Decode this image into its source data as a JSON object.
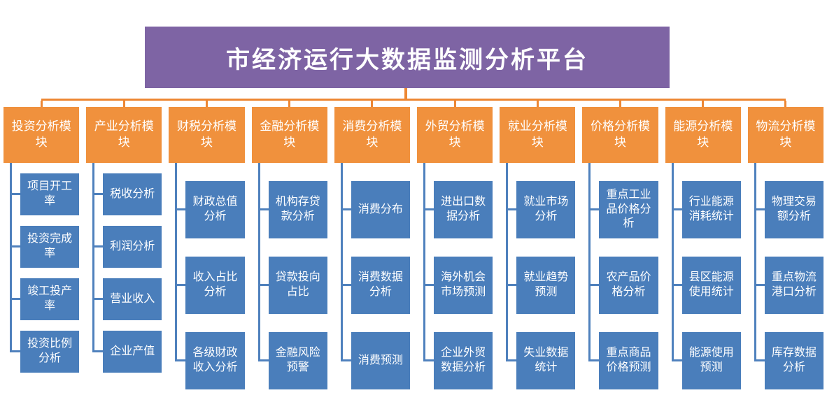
{
  "title": "市经济运行大数据监测分析平台",
  "colors": {
    "title_bg": "#7E64A4",
    "module_bg": "#F0913D",
    "sub_bg": "#4A7EBB",
    "orange_connector": "#ED8733",
    "blue_connector": "#4F81BD"
  },
  "columns": [
    {
      "title": "投资分析模块",
      "items": [
        "项目开工率",
        "投资完成率",
        "竣工投产率",
        "投资比例分析"
      ]
    },
    {
      "title": "产业分析模块",
      "items": [
        "税收分析",
        "利润分析",
        "营业收入",
        "企业产值"
      ]
    },
    {
      "title": "财税分析模块",
      "items": [
        "财政总值分析",
        "收入占比分析",
        "各级财政收入分析"
      ]
    },
    {
      "title": "金融分析模块",
      "items": [
        "机构存贷款分析",
        "贷款投向占比",
        "金融风险预警"
      ]
    },
    {
      "title": "消费分析模块",
      "items": [
        "消费分布",
        "消费数据分析",
        "消费预测"
      ]
    },
    {
      "title": "外贸分析模块",
      "items": [
        "进出口数据分析",
        "海外机会市场预测",
        "企业外贸数据分析"
      ]
    },
    {
      "title": "就业分析模块",
      "items": [
        "就业市场分析",
        "就业趋势预测",
        "失业数据统计"
      ]
    },
    {
      "title": "价格分析模块",
      "items": [
        "重点工业品价格分析",
        "农产品价格分析",
        "重点商品价格预测"
      ]
    },
    {
      "title": "能源分析模块",
      "items": [
        "行业能源消耗统计",
        "县区能源使用统计",
        "能源使用预测"
      ]
    },
    {
      "title": "物流分析模块",
      "items": [
        "物理交易额分析",
        "重点物流港口分析",
        "库存数据分析"
      ]
    }
  ]
}
